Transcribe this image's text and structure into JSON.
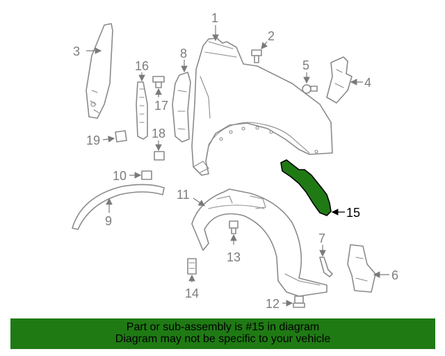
{
  "diagram": {
    "callouts": {
      "c1": "1",
      "c2": "2",
      "c3": "3",
      "c4": "4",
      "c5": "5",
      "c6": "6",
      "c7": "7",
      "c8": "8",
      "c9": "9",
      "c10": "10",
      "c11": "11",
      "c12": "12",
      "c13": "13",
      "c14": "14",
      "c15": "15",
      "c16": "16",
      "c17": "17",
      "c18": "18",
      "c19": "19"
    },
    "highlighted_part": "15",
    "highlight_color": "#1f7a14"
  },
  "banner": {
    "line1": "Part or sub-assembly is #15 in diagram",
    "line2": "Diagram may not be specific to your vehicle",
    "background": "#1f7a14"
  }
}
